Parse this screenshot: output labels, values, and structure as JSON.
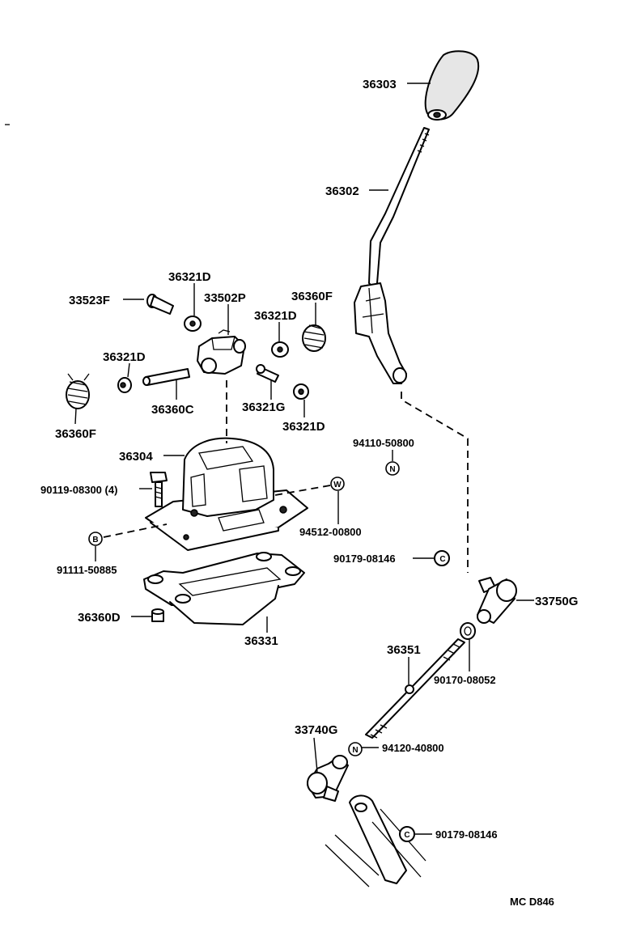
{
  "labels": {
    "p36303": "36303",
    "p36302": "36302",
    "p36321D_top": "36321D",
    "p33523F": "33523F",
    "p33502P": "33502P",
    "p36360F_right": "36360F",
    "p36321D_mid": "36321D",
    "p36321D_left": "36321D",
    "p36360F_left": "36360F",
    "p36360C": "36360C",
    "p36321G": "36321G",
    "p36321D_low": "36321D",
    "p94110": "94110-50800",
    "p36304": "36304",
    "p90119": "90119-08300 (4)",
    "p94512": "94512-00800",
    "p91111": "91111-50885",
    "p90179_a": "90179-08146",
    "p33750G": "33750G",
    "p36360D": "36360D",
    "p36331": "36331",
    "p36351": "36351",
    "p90170": "90170-08052",
    "p33740G": "33740G",
    "p94120": "94120-40800",
    "p90179_b": "90179-08146",
    "catalog_code": "MC  D846"
  },
  "badges": {
    "N": "N",
    "W": "W",
    "B": "B",
    "C": "C"
  }
}
